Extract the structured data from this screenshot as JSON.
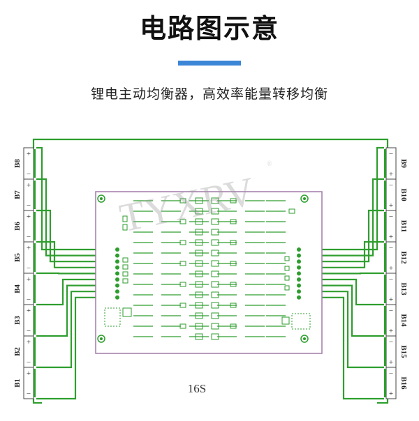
{
  "header": {
    "title": "电路图示意",
    "subtitle": "锂电主动均衡器，高效率能量转移均衡"
  },
  "colors": {
    "wire": "#2e9e2e",
    "board": "#ffffff",
    "board_border": "#a07aa8",
    "accent": "#3b86d6",
    "title": "#111111"
  },
  "diagram": {
    "left_cells": [
      "B8",
      "B7",
      "B6",
      "B5",
      "B4",
      "B3",
      "B2",
      "B1"
    ],
    "right_cells": [
      "B9",
      "B10",
      "B11",
      "B12",
      "B13",
      "B14",
      "B15",
      "B16"
    ],
    "plus_sign": "+",
    "minus_sign": "−",
    "board_label": "16S",
    "watermark_icon": "tyxrv-watermark-logo"
  }
}
